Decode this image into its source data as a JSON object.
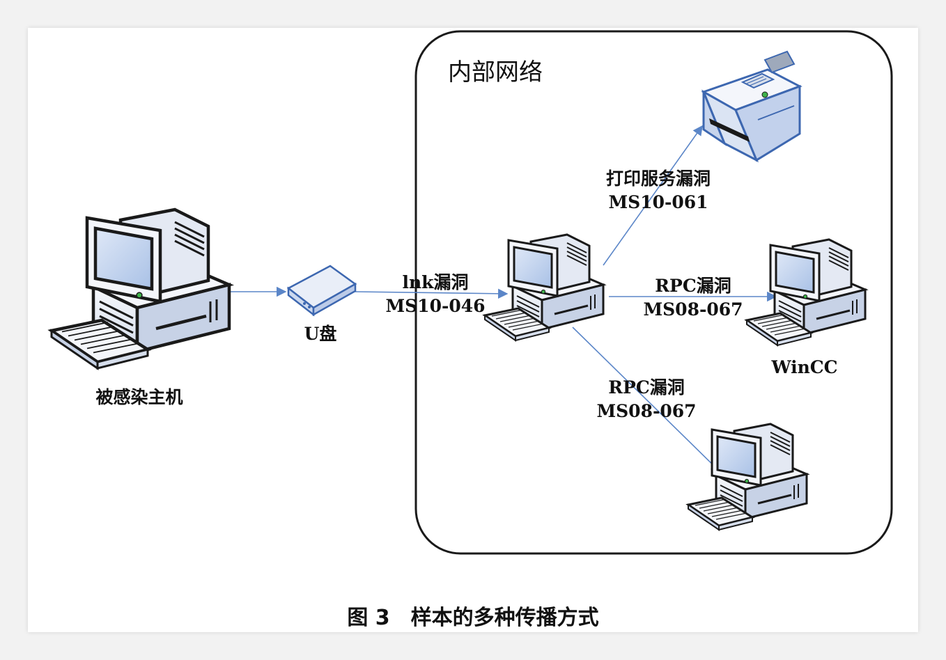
{
  "diagram": {
    "zone_title": "内部网络",
    "nodes": {
      "infected_host": {
        "label": "被感染主机",
        "icon": "desktop-computer-icon"
      },
      "usb_drive": {
        "label": "U盘",
        "icon": "usb-drive-icon"
      },
      "internal_pc": {
        "label": "",
        "icon": "desktop-computer-icon"
      },
      "printer": {
        "label": "",
        "icon": "printer-icon"
      },
      "wincc": {
        "label": "WinCC",
        "icon": "desktop-computer-icon"
      },
      "other_pc": {
        "label": "",
        "icon": "desktop-computer-icon"
      }
    },
    "edges": {
      "lnk": {
        "line1": "lnk漏洞",
        "line2": "MS10-046"
      },
      "print": {
        "line1": "打印服务漏洞",
        "line2": "MS10-061"
      },
      "rpc_wincc": {
        "line1": "RPC漏洞",
        "line2": "MS08-067"
      },
      "rpc_other": {
        "line1": "RPC漏洞",
        "line2": "MS08-067"
      }
    }
  },
  "caption": {
    "figure_no": "图 3",
    "text": "样本的多种传播方式"
  },
  "colors": {
    "arrow": "#5b86c8",
    "device_body": "#ecf0f8",
    "device_outline": "#1a1a1a",
    "screen": "#c9d9f0",
    "zone_border": "#1a1a1a"
  }
}
